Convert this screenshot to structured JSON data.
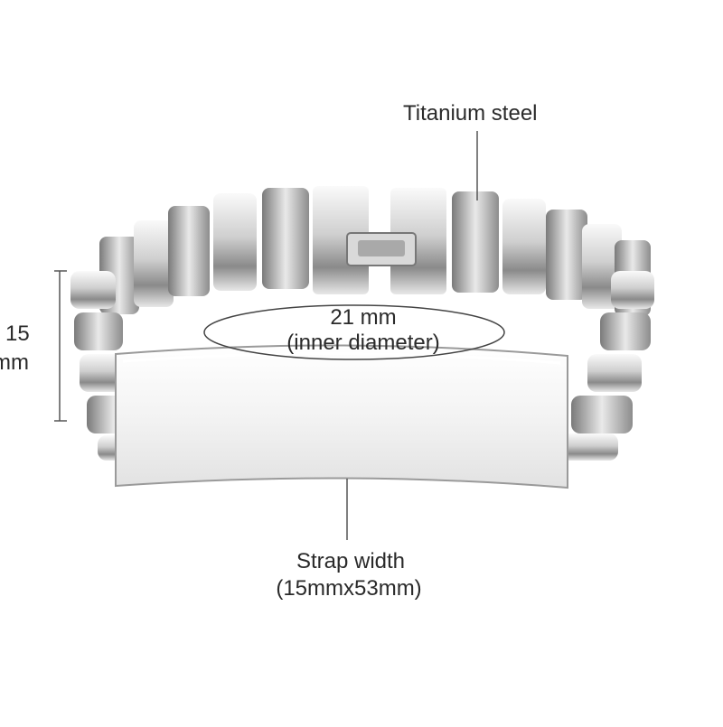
{
  "annotations": {
    "material": "Titanium steel",
    "height_value": "15",
    "height_unit": "mm",
    "inner_diameter_value": "21 mm",
    "inner_diameter_note": "(inner diameter)",
    "strap_label": "Strap width",
    "strap_dims": "(15mmx53mm)"
  },
  "colors": {
    "background": "#ffffff",
    "steel_light": "#f4f4f4",
    "steel_mid": "#bdbdbd",
    "steel_dark": "#6e6e6e",
    "annotation_line": "#555555"
  }
}
